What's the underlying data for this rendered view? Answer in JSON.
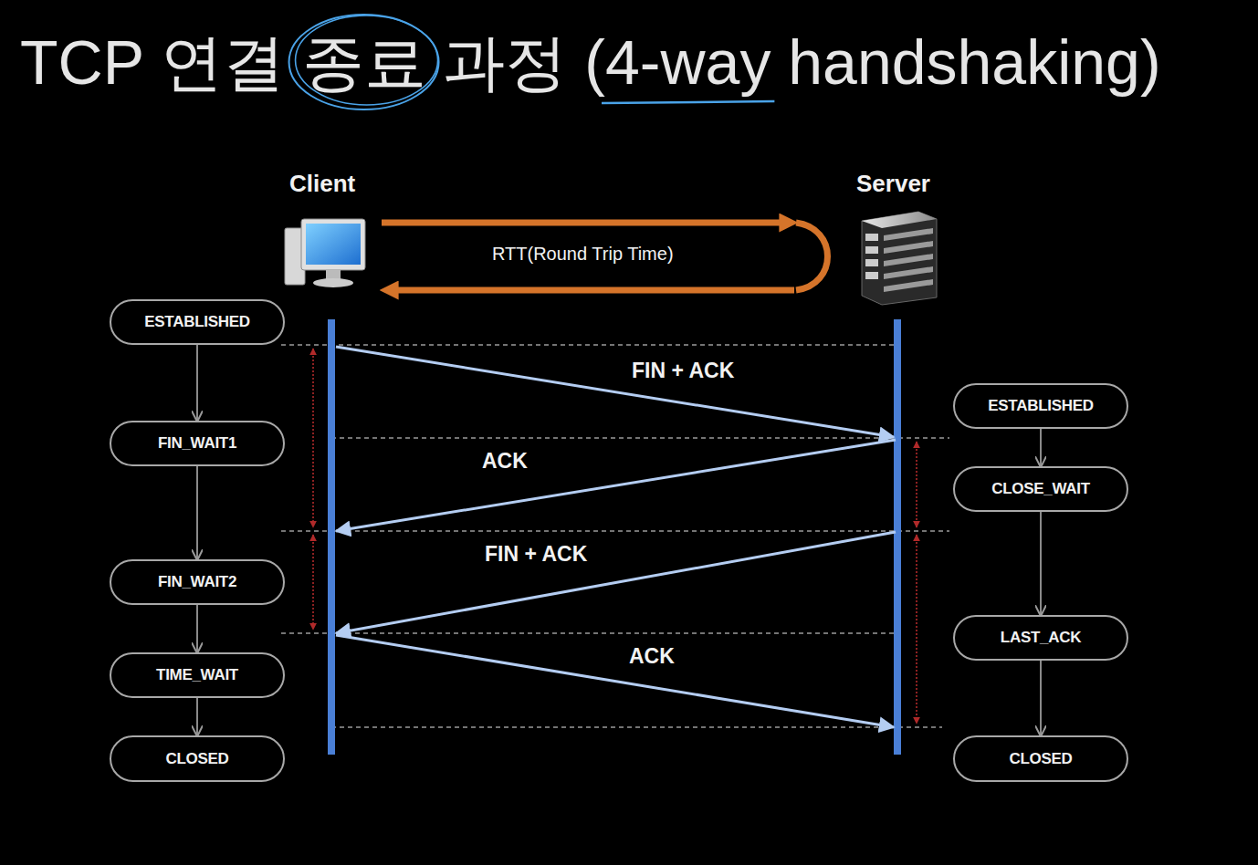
{
  "diagram": {
    "title": "TCP 연결 종료 과정 (4-way handshaking)",
    "nodes": [
      {
        "text": [
          "ESTABLISHED"
        ]
      },
      {
        "text": [
          "FIN_WAIT1"
        ]
      },
      {
        "text": [
          "FIN_WAIT2"
        ]
      },
      {
        "text": [
          "TIME_WAIT"
        ]
      },
      {
        "text": [
          "CLOSED"
        ]
      },
      {
        "text": [
          "ESTABLISHED"
        ]
      },
      {
        "text": [
          "CLOSE_WAIT"
        ]
      },
      {
        "text": [
          "LAST_ACK"
        ]
      },
      {
        "text": [
          "CLOSED"
        ]
      }
    ],
    "edges": [
      {
        "from": 0,
        "to": 1,
        "arrow": "to"
      },
      {
        "from": 1,
        "to": 2,
        "arrow": "to"
      },
      {
        "from": 2,
        "to": 3,
        "arrow": "to"
      },
      {
        "from": 3,
        "to": 4,
        "arrow": "to"
      },
      {
        "from": 5,
        "to": 6,
        "arrow": "to"
      },
      {
        "from": 6,
        "to": 7,
        "arrow": "to"
      },
      {
        "from": 7,
        "to": 8,
        "arrow": "to"
      }
    ],
    "labels": [
      "Client",
      "Server",
      "RTT(Round Trip Time)",
      "FIN + ACK",
      "ACK",
      "FIN + ACK",
      "ACK"
    ]
  }
}
